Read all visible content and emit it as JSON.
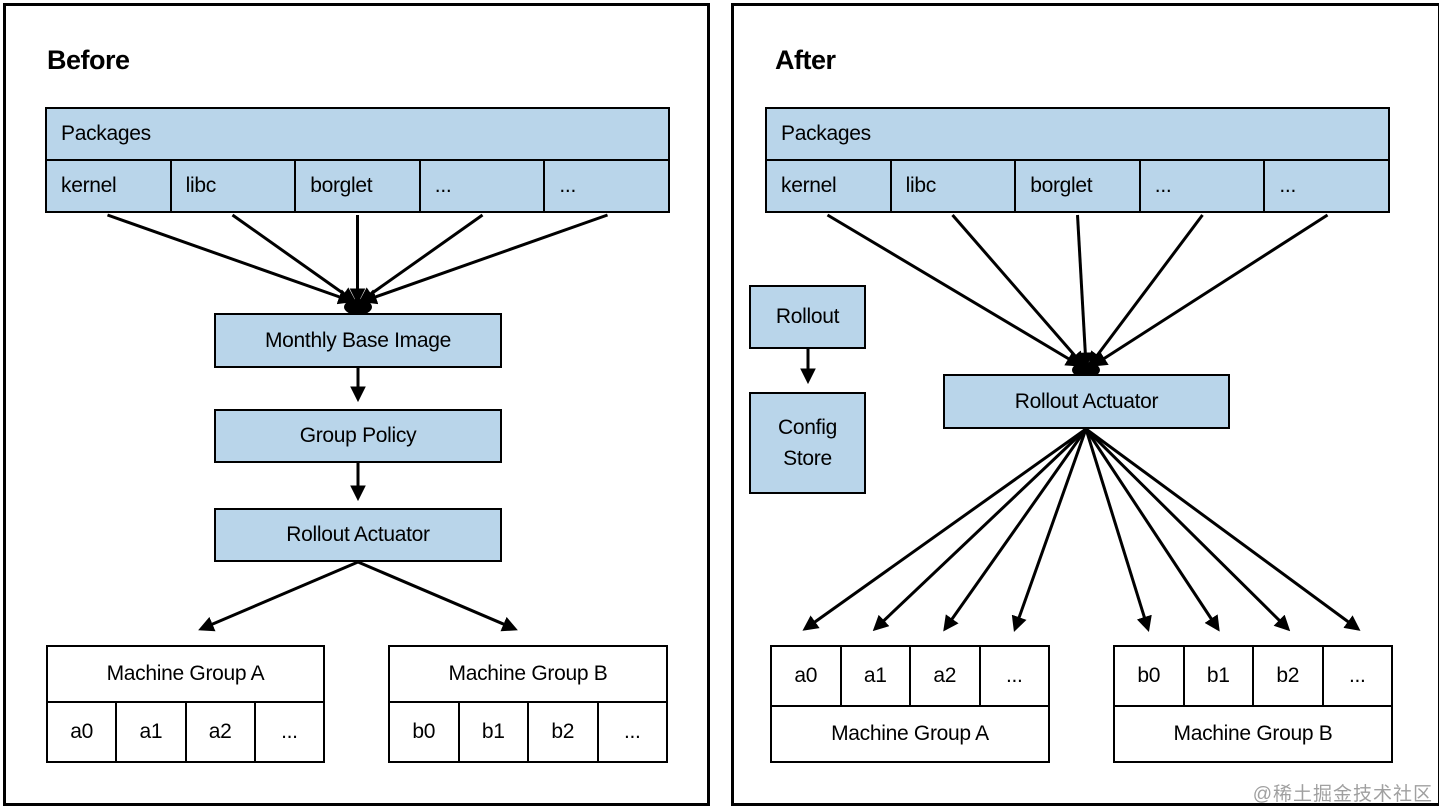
{
  "colors": {
    "box_fill": "#b9d5ea",
    "border": "#000000",
    "watermark": "#a0a0a0"
  },
  "watermark": "@稀土掘金技术社区",
  "before": {
    "title": "Before",
    "packages": {
      "header": "Packages",
      "cells": [
        "kernel",
        "libc",
        "borglet",
        "...",
        "..."
      ]
    },
    "monthly_base_image": "Monthly Base Image",
    "group_policy": "Group Policy",
    "rollout_actuator": "Rollout Actuator",
    "machine_group_a": {
      "header": "Machine Group A",
      "cells": [
        "a0",
        "a1",
        "a2",
        "..."
      ]
    },
    "machine_group_b": {
      "header": "Machine Group B",
      "cells": [
        "b0",
        "b1",
        "b2",
        "..."
      ]
    }
  },
  "after": {
    "title": "After",
    "packages": {
      "header": "Packages",
      "cells": [
        "kernel",
        "libc",
        "borglet",
        "...",
        "..."
      ]
    },
    "rollout": "Rollout",
    "config_store": "Config Store",
    "rollout_actuator": "Rollout Actuator",
    "machine_group_a": {
      "header": "Machine Group A",
      "cells": [
        "a0",
        "a1",
        "a2",
        "..."
      ]
    },
    "machine_group_b": {
      "header": "Machine Group B",
      "cells": [
        "b0",
        "b1",
        "b2",
        "..."
      ]
    }
  }
}
